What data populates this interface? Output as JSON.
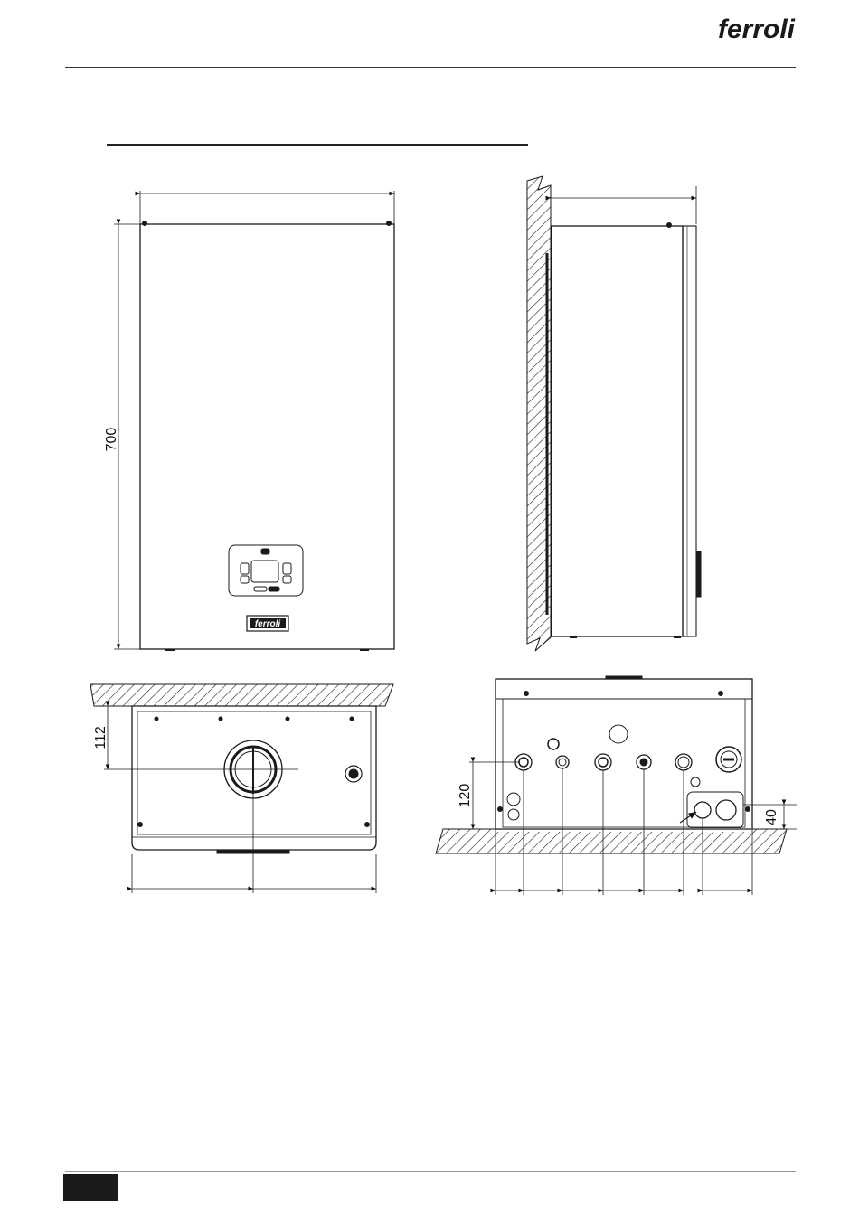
{
  "header": {
    "logo_text": "ferroli"
  },
  "front_view": {
    "height_label": "700",
    "badge_text": "ferroli"
  },
  "top_view": {
    "depth_label": "112"
  },
  "bottom_view": {
    "height_label": "120",
    "side_label": "40"
  },
  "colors": {
    "line": "#1a1a1a",
    "tab": "#1a1a1a"
  }
}
